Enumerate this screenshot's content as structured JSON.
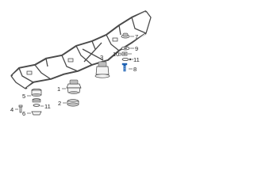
{
  "callouts": {
    "c1": "1",
    "c2": "2",
    "c3": "3",
    "c4": "4",
    "c5": "5",
    "c6": "6",
    "c7": "7",
    "c8": "8",
    "c9": "9",
    "c10": "10",
    "c11a": "11",
    "c11b": "11"
  },
  "colors": {
    "line": "#3a3a3a",
    "highlight": "#1f63b4"
  }
}
